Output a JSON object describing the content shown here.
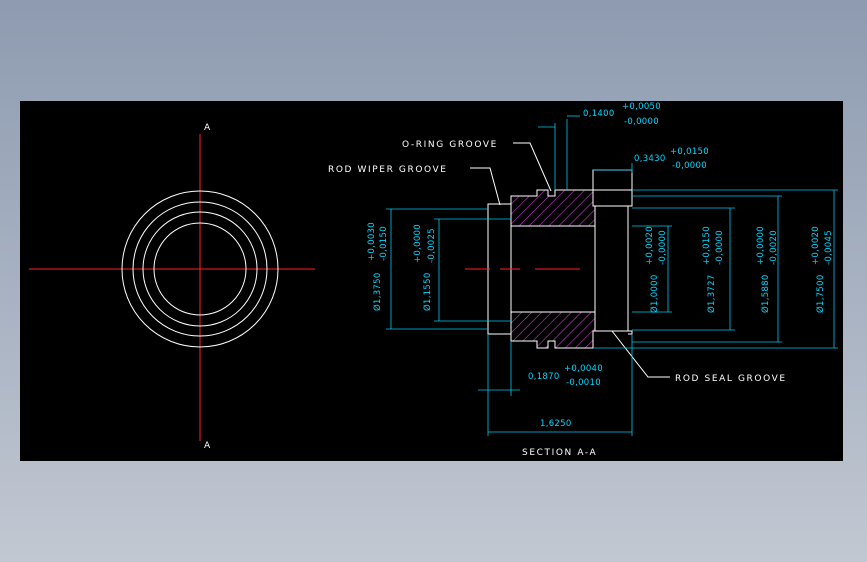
{
  "drawing": {
    "section_label_a": "A",
    "section_title": "SECTION A-A",
    "callouts": {
      "o_ring_groove": "O-RING GROOVE",
      "rod_wiper_groove": "ROD WIPER GROOVE",
      "rod_seal_groove": "ROD SEAL GROOVE"
    },
    "dimensions": {
      "d1": {
        "nominal": "0,1400",
        "upper": "+0,0050",
        "lower": "-0,0000"
      },
      "d2": {
        "nominal": "0,3430",
        "upper": "+0,0150",
        "lower": "-0,0000"
      },
      "d3": {
        "nominal": "0,1870",
        "upper": "+0,0040",
        "lower": "-0,0010"
      },
      "overall_length": "1,6250",
      "dia_1375": {
        "nominal": "Ø1,3750",
        "upper": "+0,0030",
        "lower": "-0,0150"
      },
      "dia_1155": {
        "nominal": "Ø1,1550",
        "upper": "+0,0000",
        "lower": "-0,0025"
      },
      "dia_1000": {
        "nominal": "Ø1,0000",
        "upper": "+0,0020",
        "lower": "-0,0000"
      },
      "dia_13727": {
        "nominal": "Ø1,3727",
        "upper": "+0,0150",
        "lower": "-0,0000"
      },
      "dia_1588": {
        "nominal": "Ø1,5880",
        "upper": "+0,0000",
        "lower": "-0,0020"
      },
      "dia_1750": {
        "nominal": "Ø1,7500",
        "upper": "+0,0020",
        "lower": "-0,0045"
      }
    },
    "colors": {
      "background": "#000000",
      "geometry": "#ffffff",
      "dimensions": "#00d8ff",
      "centerline": "#ff2020",
      "hatch": "#d040d0"
    }
  }
}
